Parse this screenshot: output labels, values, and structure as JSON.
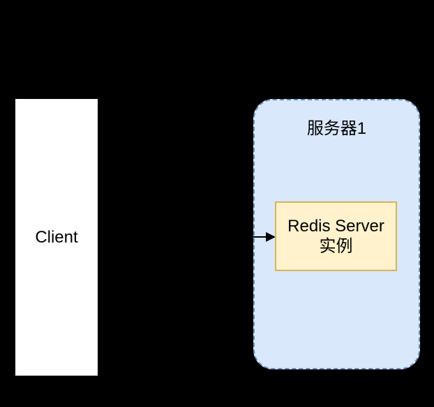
{
  "diagram": {
    "background_color": "#000000",
    "client": {
      "label": "Client",
      "fill": "#ffffff",
      "text_color": "#000000"
    },
    "server_group": {
      "label": "服务器1",
      "fill": "#dae8fc",
      "border_color": "#6c8ebf",
      "border_style": "dashed"
    },
    "redis_instance": {
      "label_line1": "Redis Server",
      "label_line2": "实例",
      "fill": "#fff2cc",
      "border_color": "#d6b656"
    },
    "arrow": {
      "color": "#000000",
      "from": "client",
      "to": "redis_instance"
    }
  }
}
